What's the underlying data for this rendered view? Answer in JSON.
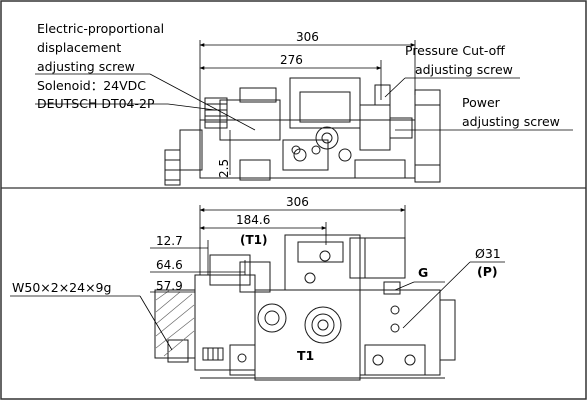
{
  "top_view": {
    "callout_electric": [
      "Electric-proportional",
      "displacement",
      "adjusting screw"
    ],
    "callout_solenoid": [
      "Solenoid：24VDC",
      "DEUTSCH DT04-2P"
    ],
    "callout_pressure": [
      "Pressure Cut-off",
      "adjusting screw"
    ],
    "callout_power": [
      "Power",
      "adjusting screw"
    ],
    "dim_overall": "306",
    "dim_inner": "276",
    "dim_vertical": "2.5"
  },
  "bottom_view": {
    "dim_overall": "306",
    "dim_184": "184.6",
    "dim_t1_tag": "(T1)",
    "dim_12": "12.7",
    "dim_64": "64.6",
    "dim_57": "57.9",
    "spline": "W50×2×24×9g",
    "port_g": "G",
    "port_dia": "Ø31",
    "port_p": "(P)",
    "port_t1": "T1"
  },
  "colors": {
    "line": "#1a1a1a",
    "hatch": "#666666",
    "border": "#333333"
  }
}
